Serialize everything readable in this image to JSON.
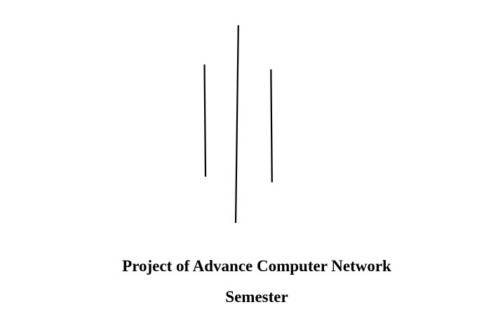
{
  "document": {
    "logo": {
      "name": "three-vertical-lines-logo",
      "stroke_color": "#000000"
    },
    "title": "Project of Advance Computer Network",
    "subtitle": "Semester"
  }
}
